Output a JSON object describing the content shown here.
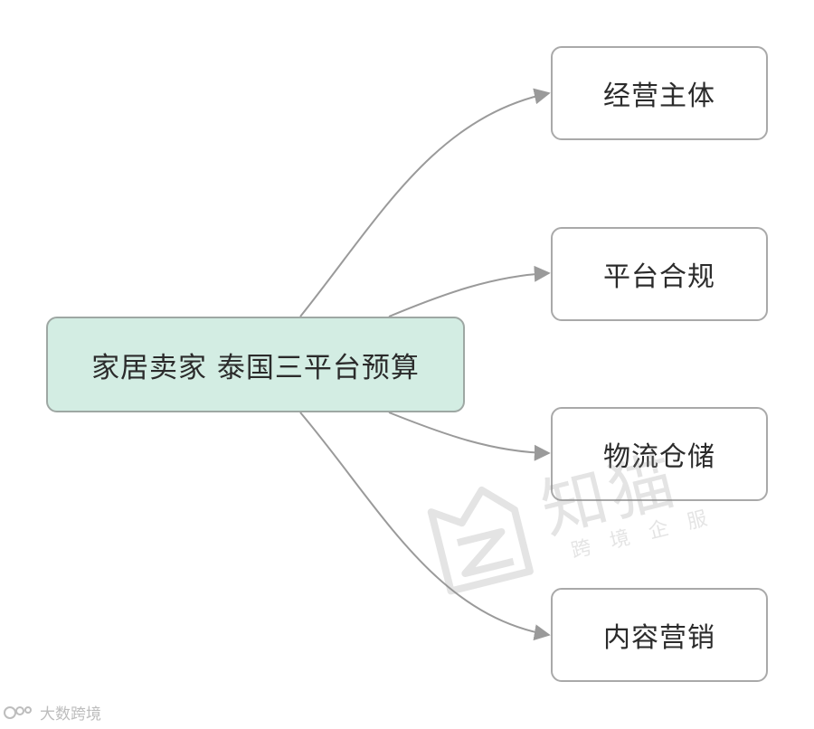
{
  "diagram": {
    "root": {
      "label": "家居卖家 泰国三平台预算"
    },
    "children": [
      {
        "label": "经营主体"
      },
      {
        "label": "平台合规"
      },
      {
        "label": "物流仓储"
      },
      {
        "label": "内容营销"
      }
    ],
    "edge_color": "#9a9a9a",
    "root_fill": "#d3ede3",
    "node_border": "#a9a9a9"
  },
  "watermark": {
    "main": "知猫",
    "sub": "跨境企服"
  },
  "brand": {
    "label": "大数跨境"
  }
}
